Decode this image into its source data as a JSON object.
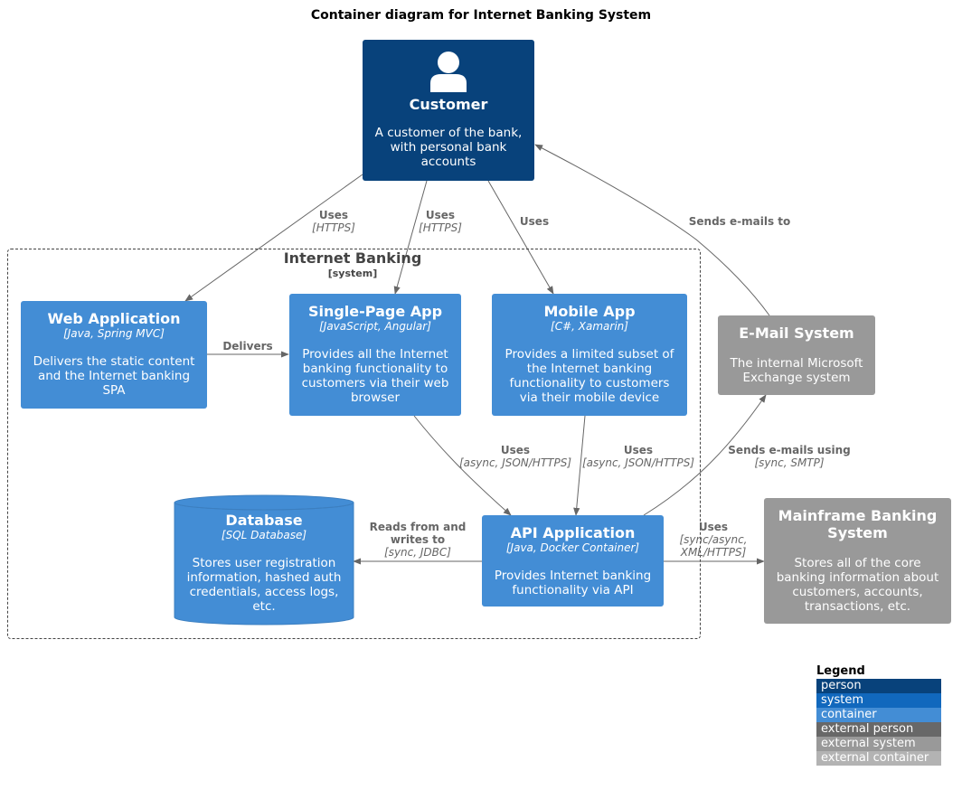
{
  "title": "Container diagram for Internet Banking System",
  "customer": {
    "name": "Customer",
    "description": "A customer of the bank, with personal bank accounts"
  },
  "boundary": {
    "name": "Internet Banking",
    "type": "[system]"
  },
  "web_app": {
    "name": "Web Application",
    "tech": "[Java, Spring MVC]",
    "description": "Delivers the static content and the Internet banking SPA"
  },
  "spa": {
    "name": "Single-Page App",
    "tech": "[JavaScript, Angular]",
    "description": "Provides all the Internet banking functionality to customers via their web browser"
  },
  "mobile_app": {
    "name": "Mobile App",
    "tech": "[C#, Xamarin]",
    "description": "Provides a limited subset of the Internet banking functionality to customers via their mobile device"
  },
  "email_system": {
    "name": "E-Mail System",
    "description": "The internal Microsoft Exchange system"
  },
  "database": {
    "name": "Database",
    "tech": "[SQL Database]",
    "description": "Stores user registration information, hashed auth credentials, access logs, etc."
  },
  "api_app": {
    "name": "API Application",
    "tech": "[Java, Docker Container]",
    "description": "Provides Internet banking functionality via API"
  },
  "mainframe": {
    "name": "Mainframe Banking System",
    "description": "Stores all of the core banking information about customers, accounts, transactions, etc."
  },
  "relations": {
    "customer_web": {
      "label": "Uses",
      "tech": "[HTTPS]"
    },
    "customer_spa": {
      "label": "Uses",
      "tech": "[HTTPS]"
    },
    "customer_mobile": {
      "label": "Uses"
    },
    "email_customer": {
      "label": "Sends e-mails to"
    },
    "web_spa": {
      "label": "Delivers"
    },
    "spa_api": {
      "label": "Uses",
      "tech": "[async, JSON/HTTPS]"
    },
    "mobile_api": {
      "label": "Uses",
      "tech": "[async, JSON/HTTPS]"
    },
    "api_email": {
      "label": "Sends e-mails using",
      "tech": "[sync, SMTP]"
    },
    "api_db": {
      "label": "Reads from and writes to",
      "tech": "[sync, JDBC]"
    },
    "api_mainframe": {
      "label": "Uses",
      "tech": "[sync/async, XML/HTTPS]"
    }
  },
  "legend": {
    "title": "Legend",
    "items": [
      {
        "label": "person",
        "color": "#08427b"
      },
      {
        "label": "system",
        "color": "#1168bd"
      },
      {
        "label": "container",
        "color": "#438dd5"
      },
      {
        "label": "external person",
        "color": "#686868"
      },
      {
        "label": "external system",
        "color": "#999999"
      },
      {
        "label": "external container",
        "color": "#b3b3b3"
      }
    ]
  }
}
